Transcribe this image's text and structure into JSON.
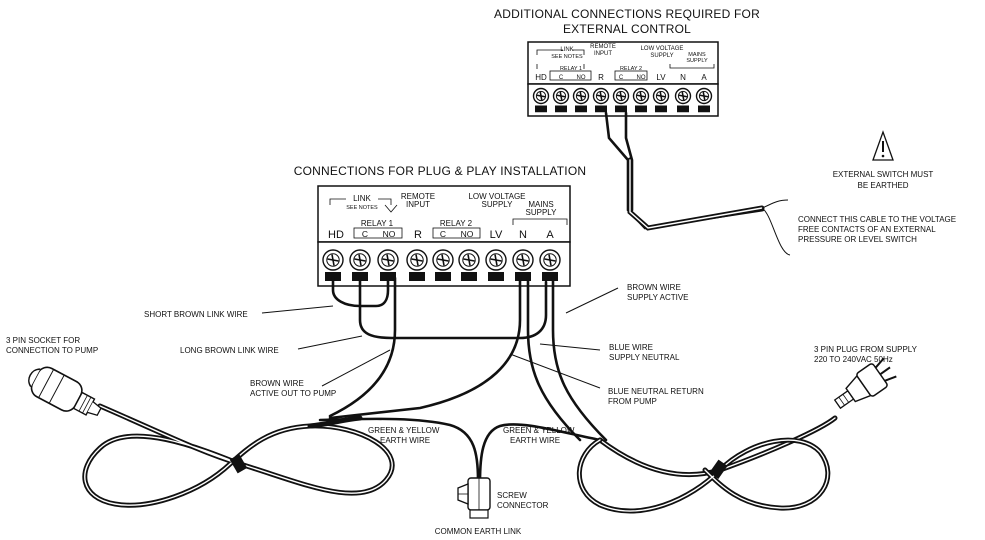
{
  "titles": {
    "external_line1": "ADDITIONAL CONNECTIONS REQUIRED FOR",
    "external_line2": "EXTERNAL CONTROL",
    "plug_play": "CONNECTIONS FOR PLUG & PLAY INSTALLATION"
  },
  "terminal_block": {
    "link": "LINK",
    "see_notes": "SEE NOTES",
    "relay1": "RELAY 1",
    "relay2": "RELAY 2",
    "remote_line1": "REMOTE",
    "remote_line2": "INPUT",
    "lowv_line1": "LOW VOLTAGE",
    "lowv_line2": "SUPPLY",
    "mains_line1": "MAINS",
    "mains_line2": "SUPPLY",
    "hd": "HD",
    "c1": "C",
    "no1": "NO",
    "r": "R",
    "c2": "C",
    "no2": "NO",
    "lv": "LV",
    "n": "N",
    "a": "A"
  },
  "labels": {
    "warning_line1": "EXTERNAL SWITCH MUST",
    "warning_line2": "BE EARTHED",
    "connect_line1": "CONNECT THIS CABLE TO THE VOLTAGE",
    "connect_line2": "FREE CONTACTS OF AN EXTERNAL",
    "connect_line3": "PRESSURE OR LEVEL SWITCH",
    "brown_active_line1": "BROWN WIRE",
    "brown_active_line2": "SUPPLY ACTIVE",
    "short_link": "SHORT BROWN LINK WIRE",
    "long_link": "LONG BROWN LINK WIRE",
    "socket_line1": "3 PIN SOCKET FOR",
    "socket_line2": "CONNECTION TO PUMP",
    "brown_out_line1": "BROWN WIRE",
    "brown_out_line2": "ACTIVE OUT TO PUMP",
    "blue_neutral_line1": "BLUE WIRE",
    "blue_neutral_line2": "SUPPLY NEUTRAL",
    "blue_return_line1": "BLUE NEUTRAL RETURN",
    "blue_return_line2": "FROM PUMP",
    "plug_line1": "3 PIN PLUG FROM SUPPLY",
    "plug_line2": "220 TO 240VAC 50Hz",
    "earth_left_line1": "GREEN & YELLOW",
    "earth_left_line2": "EARTH WIRE",
    "earth_right_line1": "GREEN & YELLOW",
    "earth_right_line2": "EARTH WIRE",
    "screw_line1": "SCREW",
    "screw_line2": "CONNECTOR",
    "common_earth": "COMMON EARTH LINK"
  },
  "icons": [
    "warning-triangle-icon",
    "screw-terminal-icon",
    "socket-icon",
    "plug-icon",
    "screw-connector-icon"
  ]
}
